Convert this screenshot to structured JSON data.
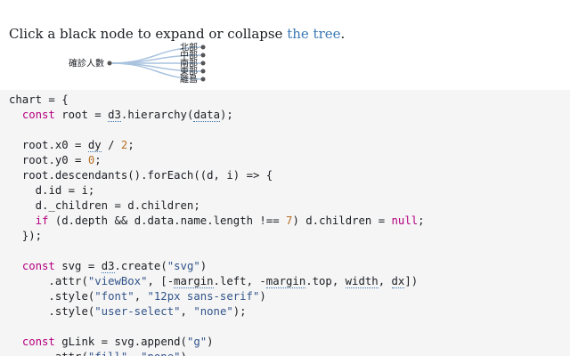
{
  "intro": {
    "text_before": "Click a black node to expand or collapse ",
    "link": "the tree",
    "text_after": "."
  },
  "tree": {
    "root_label": "確診人數",
    "children": [
      "北部",
      "中部",
      "南部",
      "東部",
      "離島"
    ],
    "link_color": "#a9c3df",
    "node_color": "#555555"
  },
  "code": {
    "lines": [
      "chart = {",
      "  const root = d3.hierarchy(data);",
      "",
      "  root.x0 = dy / 2;",
      "  root.y0 = 0;",
      "  root.descendants().forEach((d, i) => {",
      "    d.id = i;",
      "    d._children = d.children;",
      "    if (d.depth && d.data.name.length !== 7) d.children = null;",
      "  });",
      "",
      "  const svg = d3.create(\"svg\")",
      "      .attr(\"viewBox\", [-margin.left, -margin.top, width, dx])",
      "      .style(\"font\", \"12px sans-serif\")",
      "      .style(\"user-select\", \"none\");",
      "",
      "  const gLink = svg.append(\"g\")",
      "      .attr(\"fill\", \"none\")"
    ]
  }
}
